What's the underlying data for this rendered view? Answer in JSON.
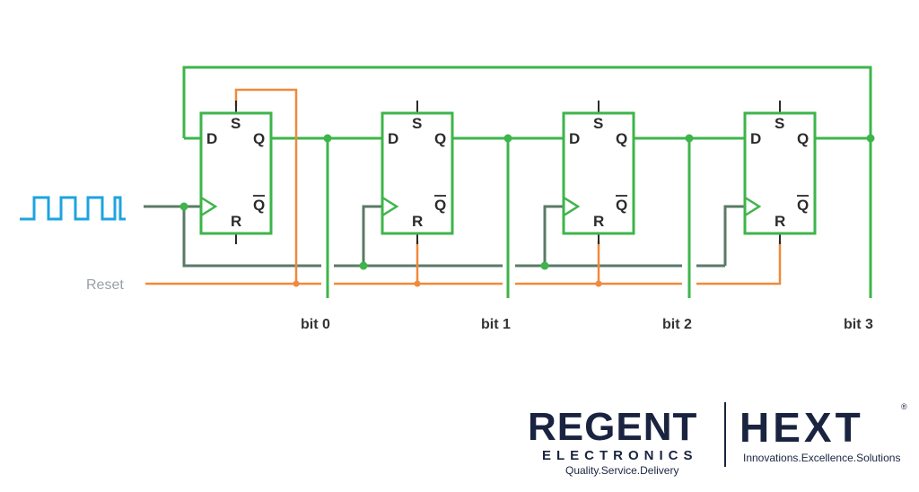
{
  "colors": {
    "data_wire": "#3db54a",
    "reset_wire": "#f08a3c",
    "clock_signal": "#1ea3e0",
    "clock_wire": "#5a7a66",
    "brand": "#1a2440"
  },
  "diagram": {
    "reset_label": "Reset",
    "flip_flops": [
      {
        "d": "D",
        "s": "S",
        "q": "Q",
        "qbar": "Q",
        "r": "R",
        "bit": "bit 0"
      },
      {
        "d": "D",
        "s": "S",
        "q": "Q",
        "qbar": "Q",
        "r": "R",
        "bit": "bit 1"
      },
      {
        "d": "D",
        "s": "S",
        "q": "Q",
        "qbar": "Q",
        "r": "R",
        "bit": "bit 2"
      },
      {
        "d": "D",
        "s": "S",
        "q": "Q",
        "qbar": "Q",
        "r": "R",
        "bit": "bit 3"
      }
    ]
  },
  "logo": {
    "regent": "REGENT",
    "electronics": "ELECTRONICS",
    "regent_tagline": "Quality.Service.Delivery",
    "hext": "HEXT",
    "registered": "®",
    "hext_tagline": "Innovations.Excellence.Solutions"
  }
}
